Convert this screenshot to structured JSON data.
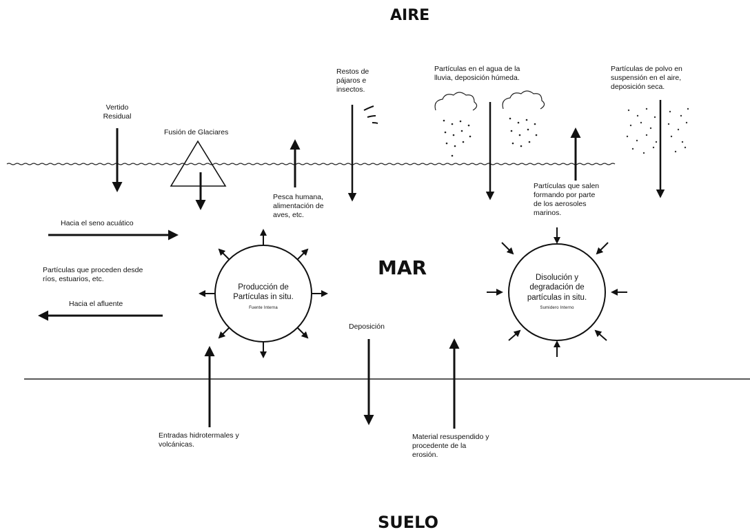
{
  "zones": {
    "air": "AIRE",
    "sea": "MAR",
    "soil": "SUELO"
  },
  "labels": {
    "vertido": "Vertido\nResidual",
    "fusion": "Fusión de Glaciares",
    "restos": "Restos de\npájaros e\ninsectos.",
    "lluvia": "Partículas en el agua de la\nlluvia, deposición húmeda.",
    "polvo": "Partículas de polvo en\nsuspensión en el aire,\ndeposición seca.",
    "pesca": "Pesca humana,\nalimentación de\naves, etc.",
    "aerosoles": "Partículas que salen\nformando por parte\nde los aerosoles\nmarinos.",
    "seno": "Hacia el seno acuático",
    "rios": "Partículas que proceden desde\nríos, estuarios, etc.",
    "afluente": "Hacia el afluente",
    "deposicion": "Deposición",
    "hidrotermales": "Entradas hidrotermales y\nvolcánicas.",
    "resuspendido": "Material resuspendido y\nprocedente de la\nerosión."
  },
  "circles": {
    "production_title": "Producción de\nPartículas in situ.",
    "production_sub": "Fuente Interna",
    "dissolution_title": "Disolución y\ndegradación de\npartículas in situ.",
    "dissolution_sub": "Sumidero Interno"
  }
}
